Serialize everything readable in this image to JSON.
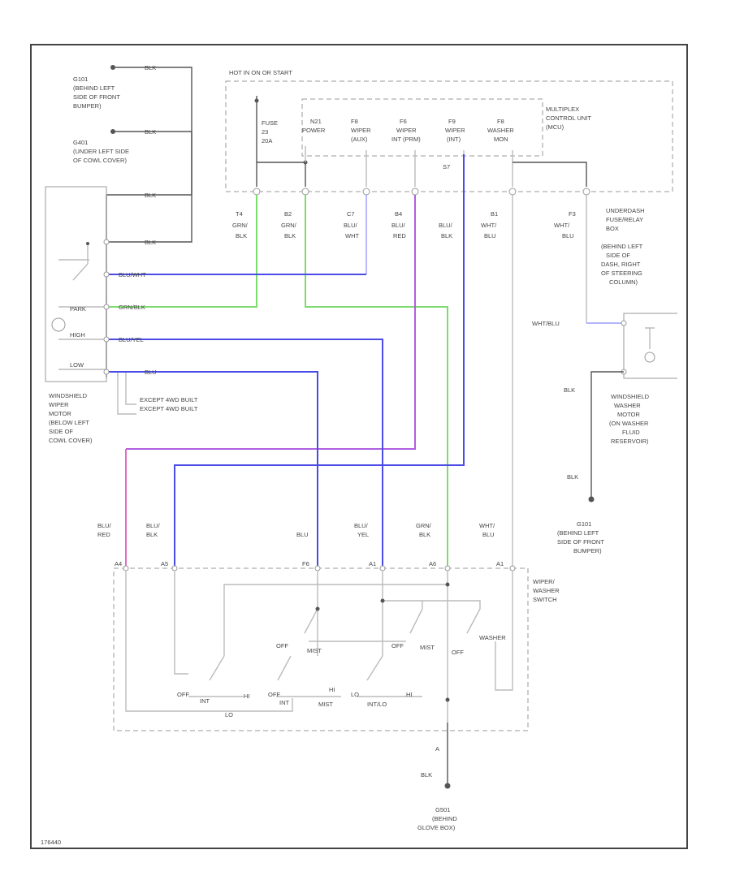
{
  "diagram": {
    "grounds": {
      "g101_top": {
        "lines": [
          "G101",
          "(BEHIND LEFT",
          "SIDE OF FRONT",
          "BUMPER)"
        ],
        "wire": "BLK"
      },
      "g401": {
        "lines": [
          "G401",
          "(UNDER LEFT SIDE",
          "OF COWL COVER)"
        ],
        "wire": "BLK"
      },
      "g101_right": {
        "lines": [
          "G101",
          "(BEHIND LEFT",
          "SIDE OF FRONT",
          "BUMPER)"
        ]
      },
      "g501": {
        "lines": [
          "G501",
          "(BEHIND",
          "GLOVE BOX)"
        ]
      }
    },
    "hot": "HOT IN ON OR START",
    "fuse": {
      "label": "FUSE",
      "number": "23",
      "amps": "20A"
    },
    "mcu": {
      "title": [
        "MULTIPLEX",
        "CONTROL UNIT",
        "(MCU)"
      ],
      "inputs": [
        {
          "pin": "N21",
          "name": [
            "POWER"
          ]
        },
        {
          "pin": "F8",
          "name": [
            "WIPER",
            "(AUX)"
          ]
        },
        {
          "pin": "F6",
          "name": [
            "WIPER",
            "INT (PRM)"
          ]
        },
        {
          "pin": "F9",
          "name": [
            "WIPER",
            "(INT)"
          ]
        },
        {
          "pin": "F8",
          "name": [
            "WASHER",
            "MON"
          ]
        }
      ],
      "splice": "S7"
    },
    "relay_box": [
      "UNDERDASH",
      "FUSE/RELAY",
      "BOX",
      "(BEHIND LEFT",
      "SIDE OF",
      "DASH, RIGHT",
      "OF STEERING",
      "COLUMN)"
    ],
    "connectors": [
      {
        "pin": "T4",
        "color": [
          "GRN/",
          "BLK"
        ]
      },
      {
        "pin": "B2",
        "color": [
          "GRN/",
          "BLK"
        ]
      },
      {
        "pin": "C7",
        "color": [
          "BLU/",
          "WHT"
        ]
      },
      {
        "pin": "B4",
        "color": [
          "BLU/",
          "RED"
        ]
      },
      {
        "pin": "",
        "color": [
          "BLU/",
          "BLK"
        ]
      },
      {
        "pin": "B1",
        "color": [
          "WHT/",
          "BLU"
        ]
      },
      {
        "pin": "F3",
        "color": [
          "WHT/",
          "BLU"
        ]
      }
    ],
    "wiper_motor": {
      "wires": [
        "BLK",
        "BLU/WHT",
        "GRN/BLK",
        "BLU/YEL",
        "BLU"
      ],
      "positions": [
        "PARK",
        "HIGH",
        "LOW"
      ],
      "notes": [
        "EXCEPT 4WD BUILT",
        "EXCEPT 4WD BUILT"
      ],
      "label": [
        "WINDSHIELD",
        "WIPER",
        "MOTOR",
        "(BELOW LEFT",
        "SIDE OF",
        "COWL COVER)"
      ]
    },
    "washer_motor": {
      "wire_in": "WHT/BLU",
      "wire_gnd": "BLK",
      "wire_gnd2": "BLK",
      "label": [
        "WINDSHIELD",
        "WASHER",
        "MOTOR",
        "(ON WASHER",
        "FLUID",
        "RESERVOIR)"
      ]
    },
    "switch": {
      "label": [
        "WIPER/",
        "WASHER",
        "SWITCH"
      ],
      "wires": [
        {
          "pin": "A4",
          "color": [
            "BLU/",
            "RED"
          ]
        },
        {
          "pin": "A5",
          "color": [
            "BLU/",
            "BLK"
          ]
        },
        {
          "pin": "F6",
          "color": [
            "BLU"
          ]
        },
        {
          "pin": "A1",
          "color": [
            "BLU/",
            "YEL"
          ]
        },
        {
          "pin": "A6",
          "color": [
            "GRN/",
            "BLK"
          ]
        },
        {
          "pin": "A1",
          "color": [
            "WHT/",
            "BLU"
          ]
        }
      ],
      "positions": {
        "a_off": "OFF",
        "a_mist": "MIST",
        "b_off": "OFF",
        "b_mist": "MIST",
        "c_off": "OFF",
        "washer": "WASHER",
        "d_off": "OFF",
        "d_int": "INT",
        "d_hi": "HI",
        "e_off": "OFF",
        "e_int": "INT",
        "e_hi": "HI",
        "f_lo": "LO",
        "f_mist": "MIST",
        "f_int": "INT/LO",
        "low": "LO"
      },
      "ground_pin": "A",
      "ground_wire": "BLK"
    },
    "footer_code": "176440"
  }
}
